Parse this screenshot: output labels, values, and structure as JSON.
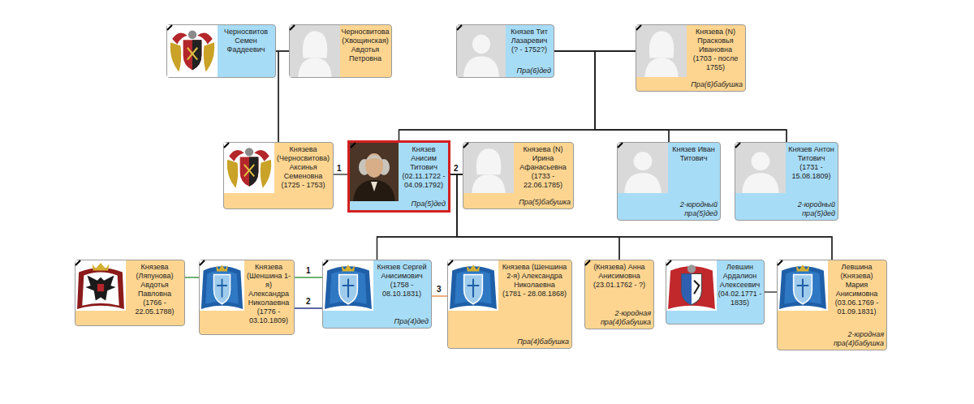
{
  "diagram": {
    "nodes": [
      {
        "text": [
          "Черносвитов Семен Фаддеевич"
        ]
      },
      {
        "text": [
          "Черносвитова (Хвощинская) Авдотья Петровна"
        ]
      },
      {
        "text": [
          "Князев Тит Лазаревич",
          "(? - 1752?)",
          "Пра(6)дед"
        ]
      },
      {
        "text": [
          "Князева (N) Прасковья Ивановна",
          "(1703 - после 1755)",
          "Пра(6)бабушка"
        ]
      },
      {
        "text": [
          "Князева (Черносвитова) Аксинья Семеновна",
          "(1725 - 1753)"
        ]
      },
      {
        "text": [
          "Князев Анисим Титович",
          "(02.11.1722 - 04.09.1792)",
          "Пра(5)дед"
        ]
      },
      {
        "text": [
          "Князева (N) Ирина Афанасьевна",
          "(1733 - 22.06.1785)",
          "Пра(5)бабушка"
        ]
      },
      {
        "text": [
          "Князев Иван Титович",
          "2-юродный пра(5)дед"
        ]
      },
      {
        "text": [
          "Князев Антон Титович",
          "(1731 - 15.08.1809)",
          "2-юродный пра(5)дед"
        ]
      },
      {
        "text": [
          "Князева (Ляпунова) Авдотья Павловна",
          "(1766 - 22.05.1788)"
        ]
      },
      {
        "text": [
          "Князева (Шеншина 1-я) Александра Николаевна",
          "(1776 - 03.10.1809)"
        ]
      },
      {
        "text": [
          "Князев Сергей Анисимович",
          "(1758 - 08.10.1831)",
          "Пра(4)дед"
        ]
      },
      {
        "text": [
          "Князева (Шеншина 2-я) Александра Николаевна",
          "(1781 - 28.08.1868)",
          "Пра(4)бабушка"
        ]
      },
      {
        "text": [
          "(Князева) Анна Анисимовна",
          "(23.01.1762 - ?)",
          "2-юродная пра(4)бабушка"
        ]
      },
      {
        "text": [
          "Левшин Ардалион Алексеевич",
          "(04.02.1771 - 1835)"
        ]
      },
      {
        "text": [
          "Левшина (Князева) Мария Анисимовна",
          "(03.06.1769 - 01.09.1831)",
          "2-юродная пра(4)бабушка"
        ]
      }
    ],
    "edges": [
      {
        "from": 0,
        "to": 1,
        "arrow": "none"
      },
      {
        "from": 0,
        "to": 4,
        "arrow": "none"
      },
      {
        "from": 1,
        "to": 4,
        "arrow": "none"
      },
      {
        "from": 2,
        "to": 3,
        "arrow": "none"
      },
      {
        "from": 2,
        "to": 5,
        "arrow": "none"
      },
      {
        "from": 2,
        "to": 7,
        "arrow": "none"
      },
      {
        "from": 2,
        "to": 8,
        "arrow": "none"
      },
      {
        "from": 3,
        "to": 5,
        "arrow": "none"
      },
      {
        "from": 3,
        "to": 7,
        "arrow": "none"
      },
      {
        "from": 3,
        "to": 8,
        "arrow": "none"
      },
      {
        "from": 4,
        "to": 5,
        "label": "1",
        "arrow": "none"
      },
      {
        "from": 5,
        "to": 6,
        "label": "2",
        "arrow": "none"
      },
      {
        "from": 5,
        "to": 11,
        "arrow": "none"
      },
      {
        "from": 5,
        "to": 13,
        "arrow": "none"
      },
      {
        "from": 5,
        "to": 15,
        "arrow": "none"
      },
      {
        "from": 6,
        "to": 11,
        "arrow": "none"
      },
      {
        "from": 6,
        "to": 13,
        "arrow": "none"
      },
      {
        "from": 6,
        "to": 15,
        "arrow": "none"
      },
      {
        "from": 9,
        "to": 11,
        "label": "1",
        "arrow": "none"
      },
      {
        "from": 10,
        "to": 11,
        "label": "2",
        "arrow": "none"
      },
      {
        "from": 11,
        "to": 12,
        "label": "3",
        "arrow": "none"
      },
      {
        "from": 14,
        "to": 15,
        "arrow": "none"
      }
    ]
  }
}
